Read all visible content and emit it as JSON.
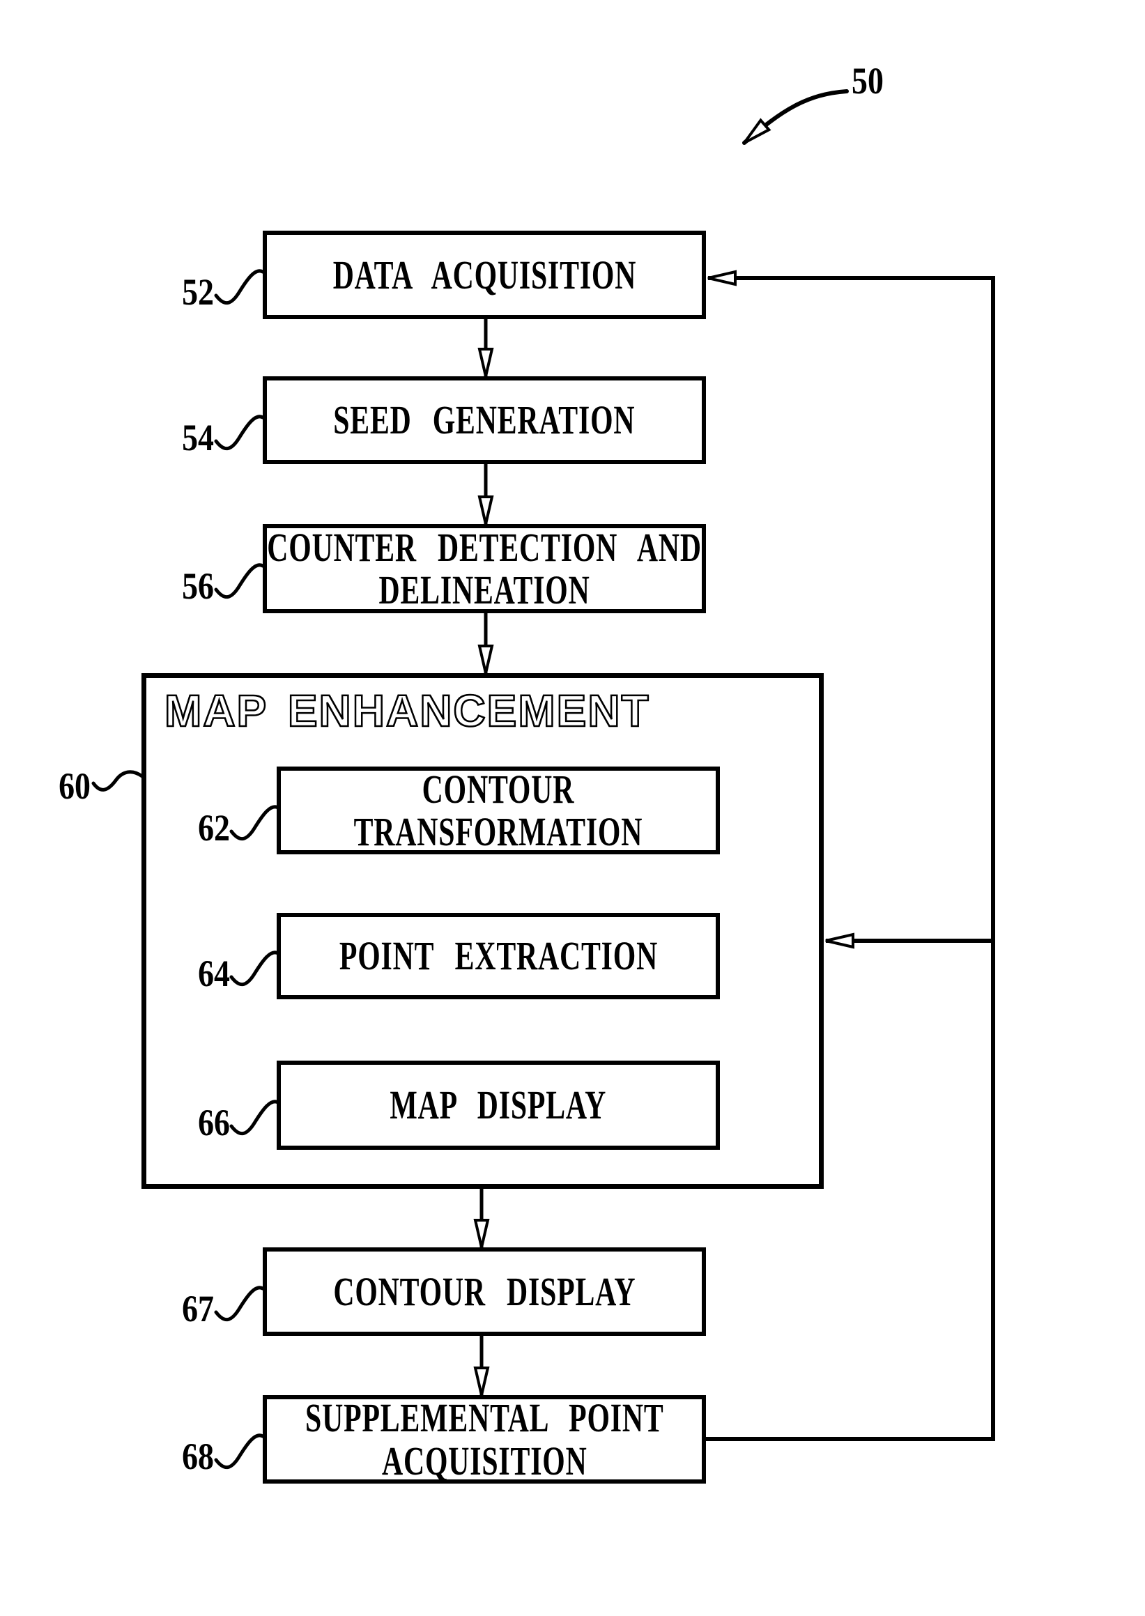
{
  "figure": {
    "reference_number": "50",
    "colors": {
      "line": "#000000",
      "background": "#ffffff"
    },
    "boxes": {
      "data_acquisition": {
        "ref": "52",
        "label": "DATA ACQUISITION"
      },
      "seed_generation": {
        "ref": "54",
        "label": "SEED GENERATION"
      },
      "counter_detection": {
        "ref": "56",
        "label": "COUNTER DETECTION AND\nDELINEATION"
      },
      "map_enhancement": {
        "ref": "60",
        "label": "MAP ENHANCEMENT"
      },
      "contour_transformation": {
        "ref": "62",
        "label": "CONTOUR\nTRANSFORMATION"
      },
      "point_extraction": {
        "ref": "64",
        "label": "POINT EXTRACTION"
      },
      "map_display": {
        "ref": "66",
        "label": "MAP DISPLAY"
      },
      "contour_display": {
        "ref": "67",
        "label": "CONTOUR DISPLAY"
      },
      "supplemental_point_acquisition": {
        "ref": "68",
        "label": "SUPPLEMENTAL POINT\nACQUISITION"
      }
    }
  }
}
